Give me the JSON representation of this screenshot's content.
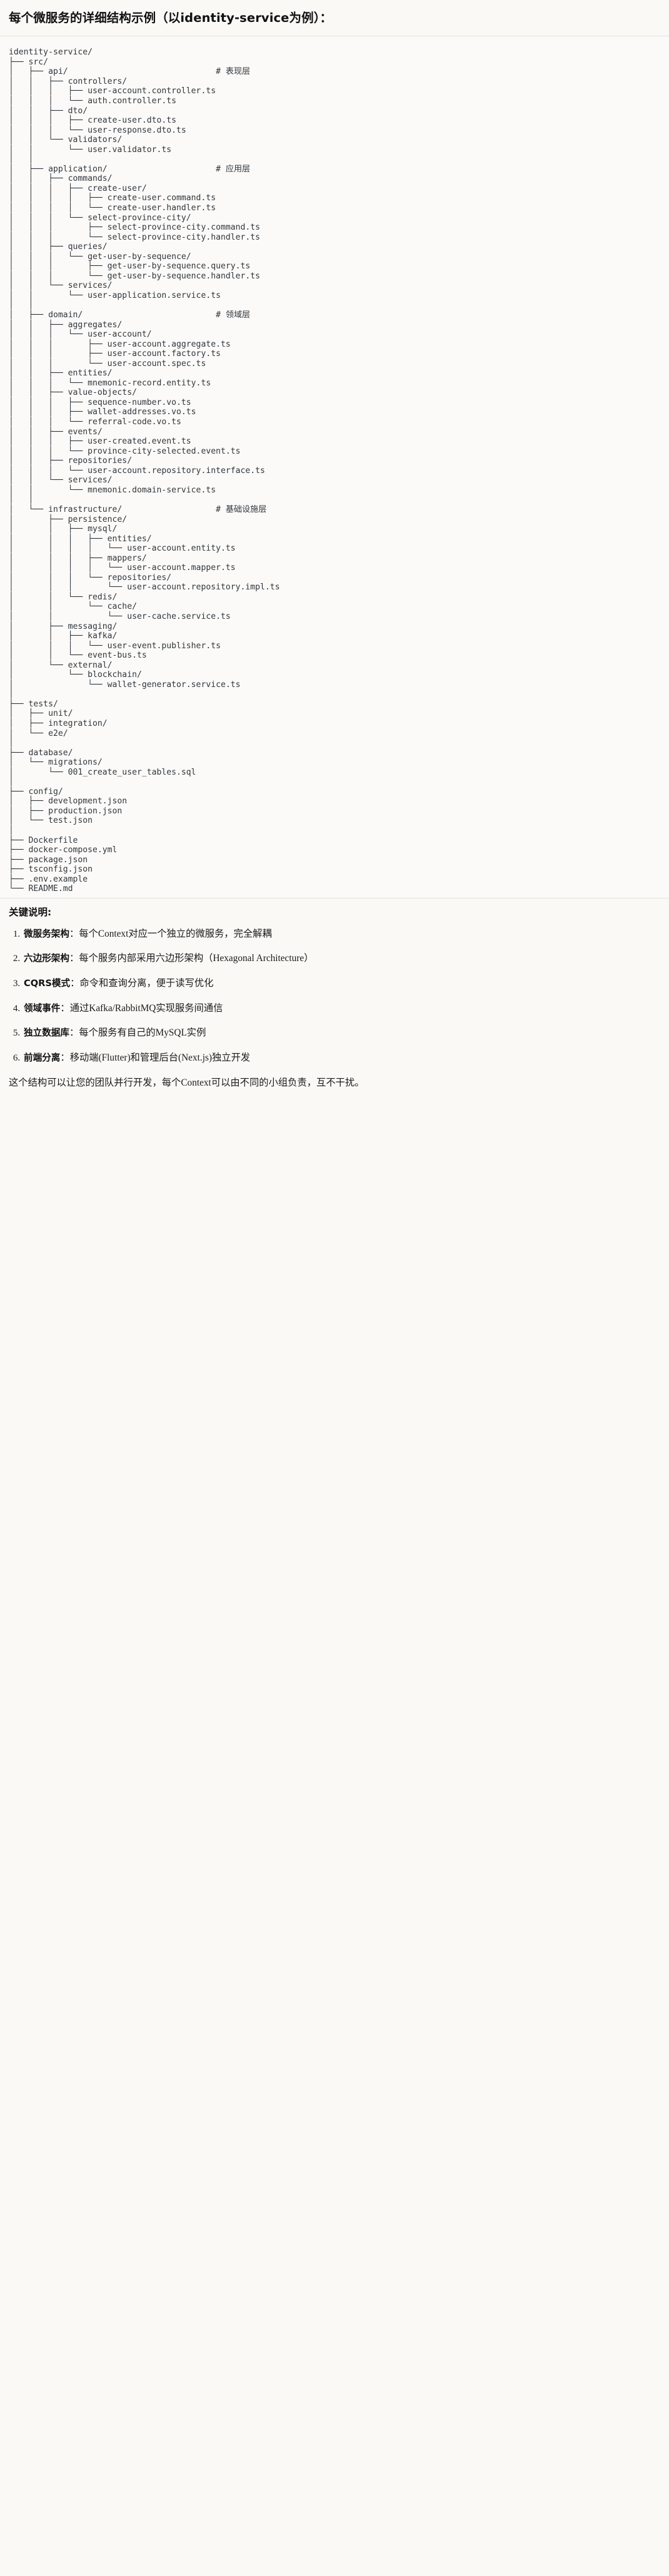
{
  "heading": "每个微服务的详细结构示例（以identity-service为例）：",
  "tree": {
    "root": "identity-service/",
    "text": "identity-service/\n├── src/\n│   ├── api/                              # 表现层\n│   │   ├── controllers/\n│   │   │   ├── user-account.controller.ts\n│   │   │   └── auth.controller.ts\n│   │   ├── dto/\n│   │   │   ├── create-user.dto.ts\n│   │   │   └── user-response.dto.ts\n│   │   └── validators/\n│   │       └── user.validator.ts\n│   │\n│   ├── application/                      # 应用层\n│   │   ├── commands/\n│   │   │   ├── create-user/\n│   │   │   │   ├── create-user.command.ts\n│   │   │   │   └── create-user.handler.ts\n│   │   │   └── select-province-city/\n│   │   │       ├── select-province-city.command.ts\n│   │   │       └── select-province-city.handler.ts\n│   │   ├── queries/\n│   │   │   └── get-user-by-sequence/\n│   │   │       ├── get-user-by-sequence.query.ts\n│   │   │       └── get-user-by-sequence.handler.ts\n│   │   └── services/\n│   │       └── user-application.service.ts\n│   │\n│   ├── domain/                           # 领域层\n│   │   ├── aggregates/\n│   │   │   └── user-account/\n│   │   │       ├── user-account.aggregate.ts\n│   │   │       ├── user-account.factory.ts\n│   │   │       └── user-account.spec.ts\n│   │   ├── entities/\n│   │   │   └── mnemonic-record.entity.ts\n│   │   ├── value-objects/\n│   │   │   ├── sequence-number.vo.ts\n│   │   │   ├── wallet-addresses.vo.ts\n│   │   │   └── referral-code.vo.ts\n│   │   ├── events/\n│   │   │   ├── user-created.event.ts\n│   │   │   └── province-city-selected.event.ts\n│   │   ├── repositories/\n│   │   │   └── user-account.repository.interface.ts\n│   │   └── services/\n│   │       └── mnemonic.domain-service.ts\n│   │\n│   └── infrastructure/                   # 基础设施层\n│       ├── persistence/\n│       │   ├── mysql/\n│       │   │   ├── entities/\n│       │   │   │   └── user-account.entity.ts\n│       │   │   ├── mappers/\n│       │   │   │   └── user-account.mapper.ts\n│       │   │   └── repositories/\n│       │   │       └── user-account.repository.impl.ts\n│       │   └── redis/\n│       │       └── cache/\n│       │           └── user-cache.service.ts\n│       ├── messaging/\n│       │   ├── kafka/\n│       │   │   └── user-event.publisher.ts\n│       │   └── event-bus.ts\n│       └── external/\n│           └── blockchain/\n│               └── wallet-generator.service.ts\n│\n├── tests/\n│   ├── unit/\n│   ├── integration/\n│   └── e2e/\n│\n├── database/\n│   └── migrations/\n│       └── 001_create_user_tables.sql\n│\n├── config/\n│   ├── development.json\n│   ├── production.json\n│   └── test.json\n│\n├── Dockerfile\n├── docker-compose.yml\n├── package.json\n├── tsconfig.json\n├── .env.example\n└── README.md",
    "layer_comments": [
      {
        "path": "api/",
        "comment": "# 表现层"
      },
      {
        "path": "application/",
        "comment": "# 应用层"
      },
      {
        "path": "domain/",
        "comment": "# 领域层"
      },
      {
        "path": "infrastructure/",
        "comment": "# 基础设施层"
      }
    ]
  },
  "notes": {
    "title": "关键说明:",
    "items": [
      {
        "label": "微服务架构",
        "text": "：每个Context对应一个独立的微服务，完全解耦"
      },
      {
        "label": "六边形架构",
        "text": "：每个服务内部采用六边形架构（Hexagonal Architecture）"
      },
      {
        "label": "CQRS模式",
        "text": "：命令和查询分离，便于读写优化"
      },
      {
        "label": "领域事件",
        "text": "：通过Kafka/RabbitMQ实现服务间通信"
      },
      {
        "label": "独立数据库",
        "text": "：每个服务有自己的MySQL实例"
      },
      {
        "label": "前端分离",
        "text": "：移动端(Flutter)和管理后台(Next.js)独立开发"
      }
    ],
    "closing": "这个结构可以让您的团队并行开发，每个Context可以由不同的小组负责，互不干扰。"
  },
  "colors": {
    "background": "#faf9f6",
    "text": "#1a1a1a",
    "code_text": "#30363d",
    "rule": "#e3e1dc"
  }
}
